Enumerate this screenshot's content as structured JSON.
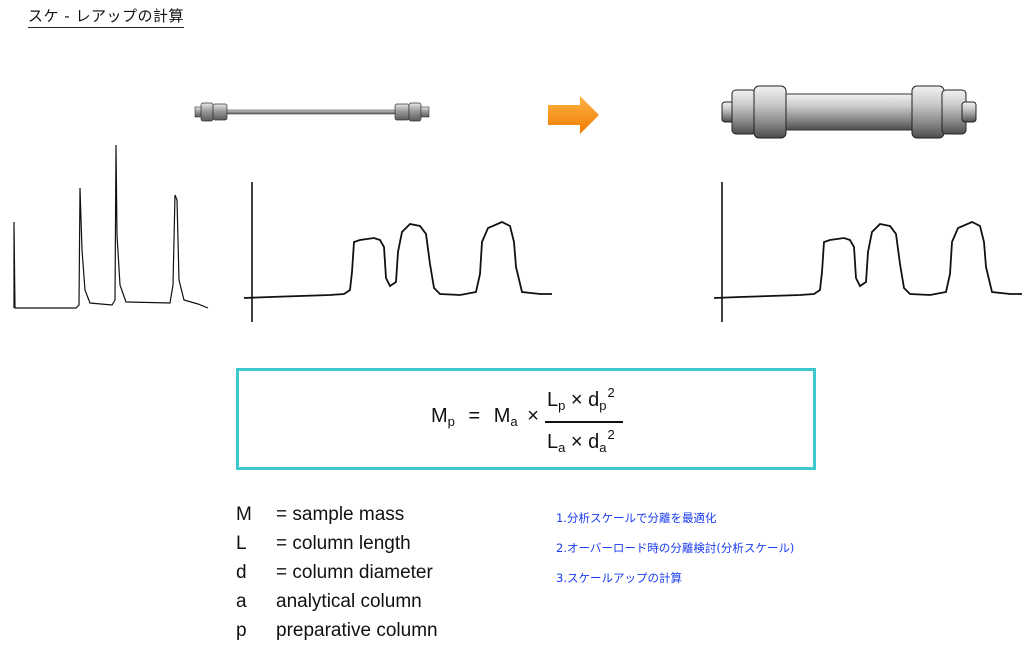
{
  "page": {
    "title": "スケ - レアップの計算"
  },
  "formula": {
    "lhs": "M",
    "lhs_sub": "p",
    "eq": "=",
    "rhs": "M",
    "rhs_sub": "a",
    "times": "×",
    "num_L": "L",
    "num_L_sub": "p",
    "num_d": "d",
    "num_d_sub": "p",
    "num_exp": "2",
    "den_L": "L",
    "den_L_sub": "a",
    "den_d": "d",
    "den_d_sub": "a",
    "den_exp": "2"
  },
  "legend": [
    {
      "symbol": "M",
      "text": "= sample mass"
    },
    {
      "symbol": "L",
      "text": "= column length"
    },
    {
      "symbol": "d",
      "text": "= column diameter"
    },
    {
      "symbol": "a",
      "text": "analytical column"
    },
    {
      "symbol": "p",
      "text": "preparative column"
    }
  ],
  "links": [
    "1.分析スケールで分離を最適化",
    "2.オーバーロード時の分離検討(分析スケール)",
    "3.スケールアップの計算"
  ],
  "colors": {
    "arrow": "#f7931e",
    "box_border": "#3cc8cc",
    "link": "#1a3cf0"
  },
  "icons": {
    "small_column": "thin-column-icon",
    "large_column": "wide-column-icon",
    "arrow": "right-arrow-icon"
  }
}
